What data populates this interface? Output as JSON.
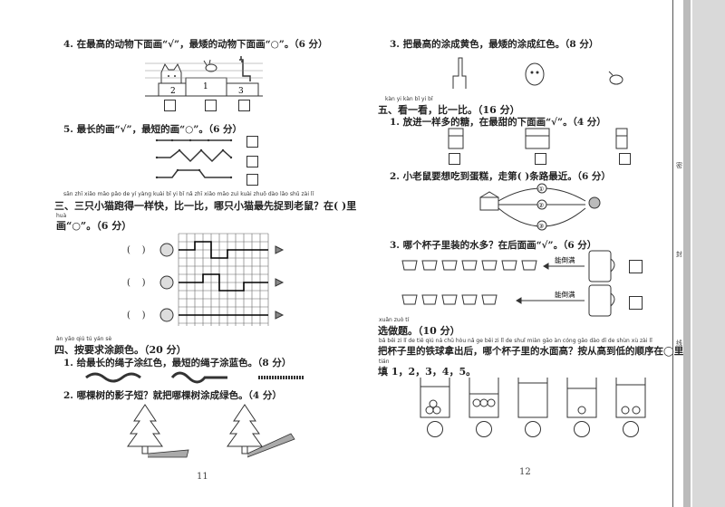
{
  "left": {
    "q4": "4. 在最高的动物下面画“√”，最矮的动物下面画“○”。（6 分）",
    "q4_steps": [
      "2",
      "1",
      "3"
    ],
    "q5": "5. 最长的画“√”，最短的画“○”。（6 分）",
    "sec3_pinyin": "sān zhī xiǎo māo pǎo de yí yàng kuài   bǐ yi bǐ   nǎ zhī xiǎo māo zuì kuài zhuō dào lǎo shǔ   zài          lǐ",
    "sec3": "三、三只小猫跑得一样快，比一比，哪只小猫最先捉到老鼠？在(    )里",
    "sec3_huà": "huà",
    "sec3_line2": "画“○”。（6 分）",
    "sec4_pinyin": "àn yāo qiú tú yán sè",
    "sec4": "四、按要求涂颜色。（20 分）",
    "s4q1": "1. 给最长的绳子涂红色，最短的绳子涂蓝色。（8 分）",
    "s4q2": "2. 哪棵树的影子短？就把哪棵树涂成绿色。（4 分）",
    "page": "11"
  },
  "right": {
    "q3": "3. 把最高的涂成黄色，最矮的涂成红色。（8 分）",
    "sec5_pinyin": "kàn yi kàn    bǐ yi bǐ",
    "sec5": "五、看一看，比一比。（16 分）",
    "s5q1": "1. 放进一样多的糖，在最甜的下面画“√”。（4 分）",
    "s5q2": "2. 小老鼠要想吃到蛋糕，走第(    )条路最近。（6 分）",
    "s5q2_paths": [
      "①",
      "②",
      "③"
    ],
    "s5q3": "3. 哪个杯子里装的水多？在后面画“√”。（6 分）",
    "pour_label": "能倒满",
    "sec6_pinyin": "xuǎn zuò tí",
    "sec6": "选做题。（10 分）",
    "sec6_pinyin2": "bǎ bēi zi lǐ de tiě qiú ná chū hòu   nǎ ge bēi zi lǐ de shuǐ miàn gāo   àn cóng gāo dào dī de shùn xù zài    lǐ",
    "sec6_line": "把杯子里的铁球拿出后，哪个杯子里的水面高？按从高到低的顺序在◯里",
    "sec6_tian": "tián",
    "sec6_line2": "填 1，2，3，4，5。",
    "page": "12"
  },
  "sidebar": {
    "labels": [
      "密",
      "封",
      "线"
    ]
  }
}
